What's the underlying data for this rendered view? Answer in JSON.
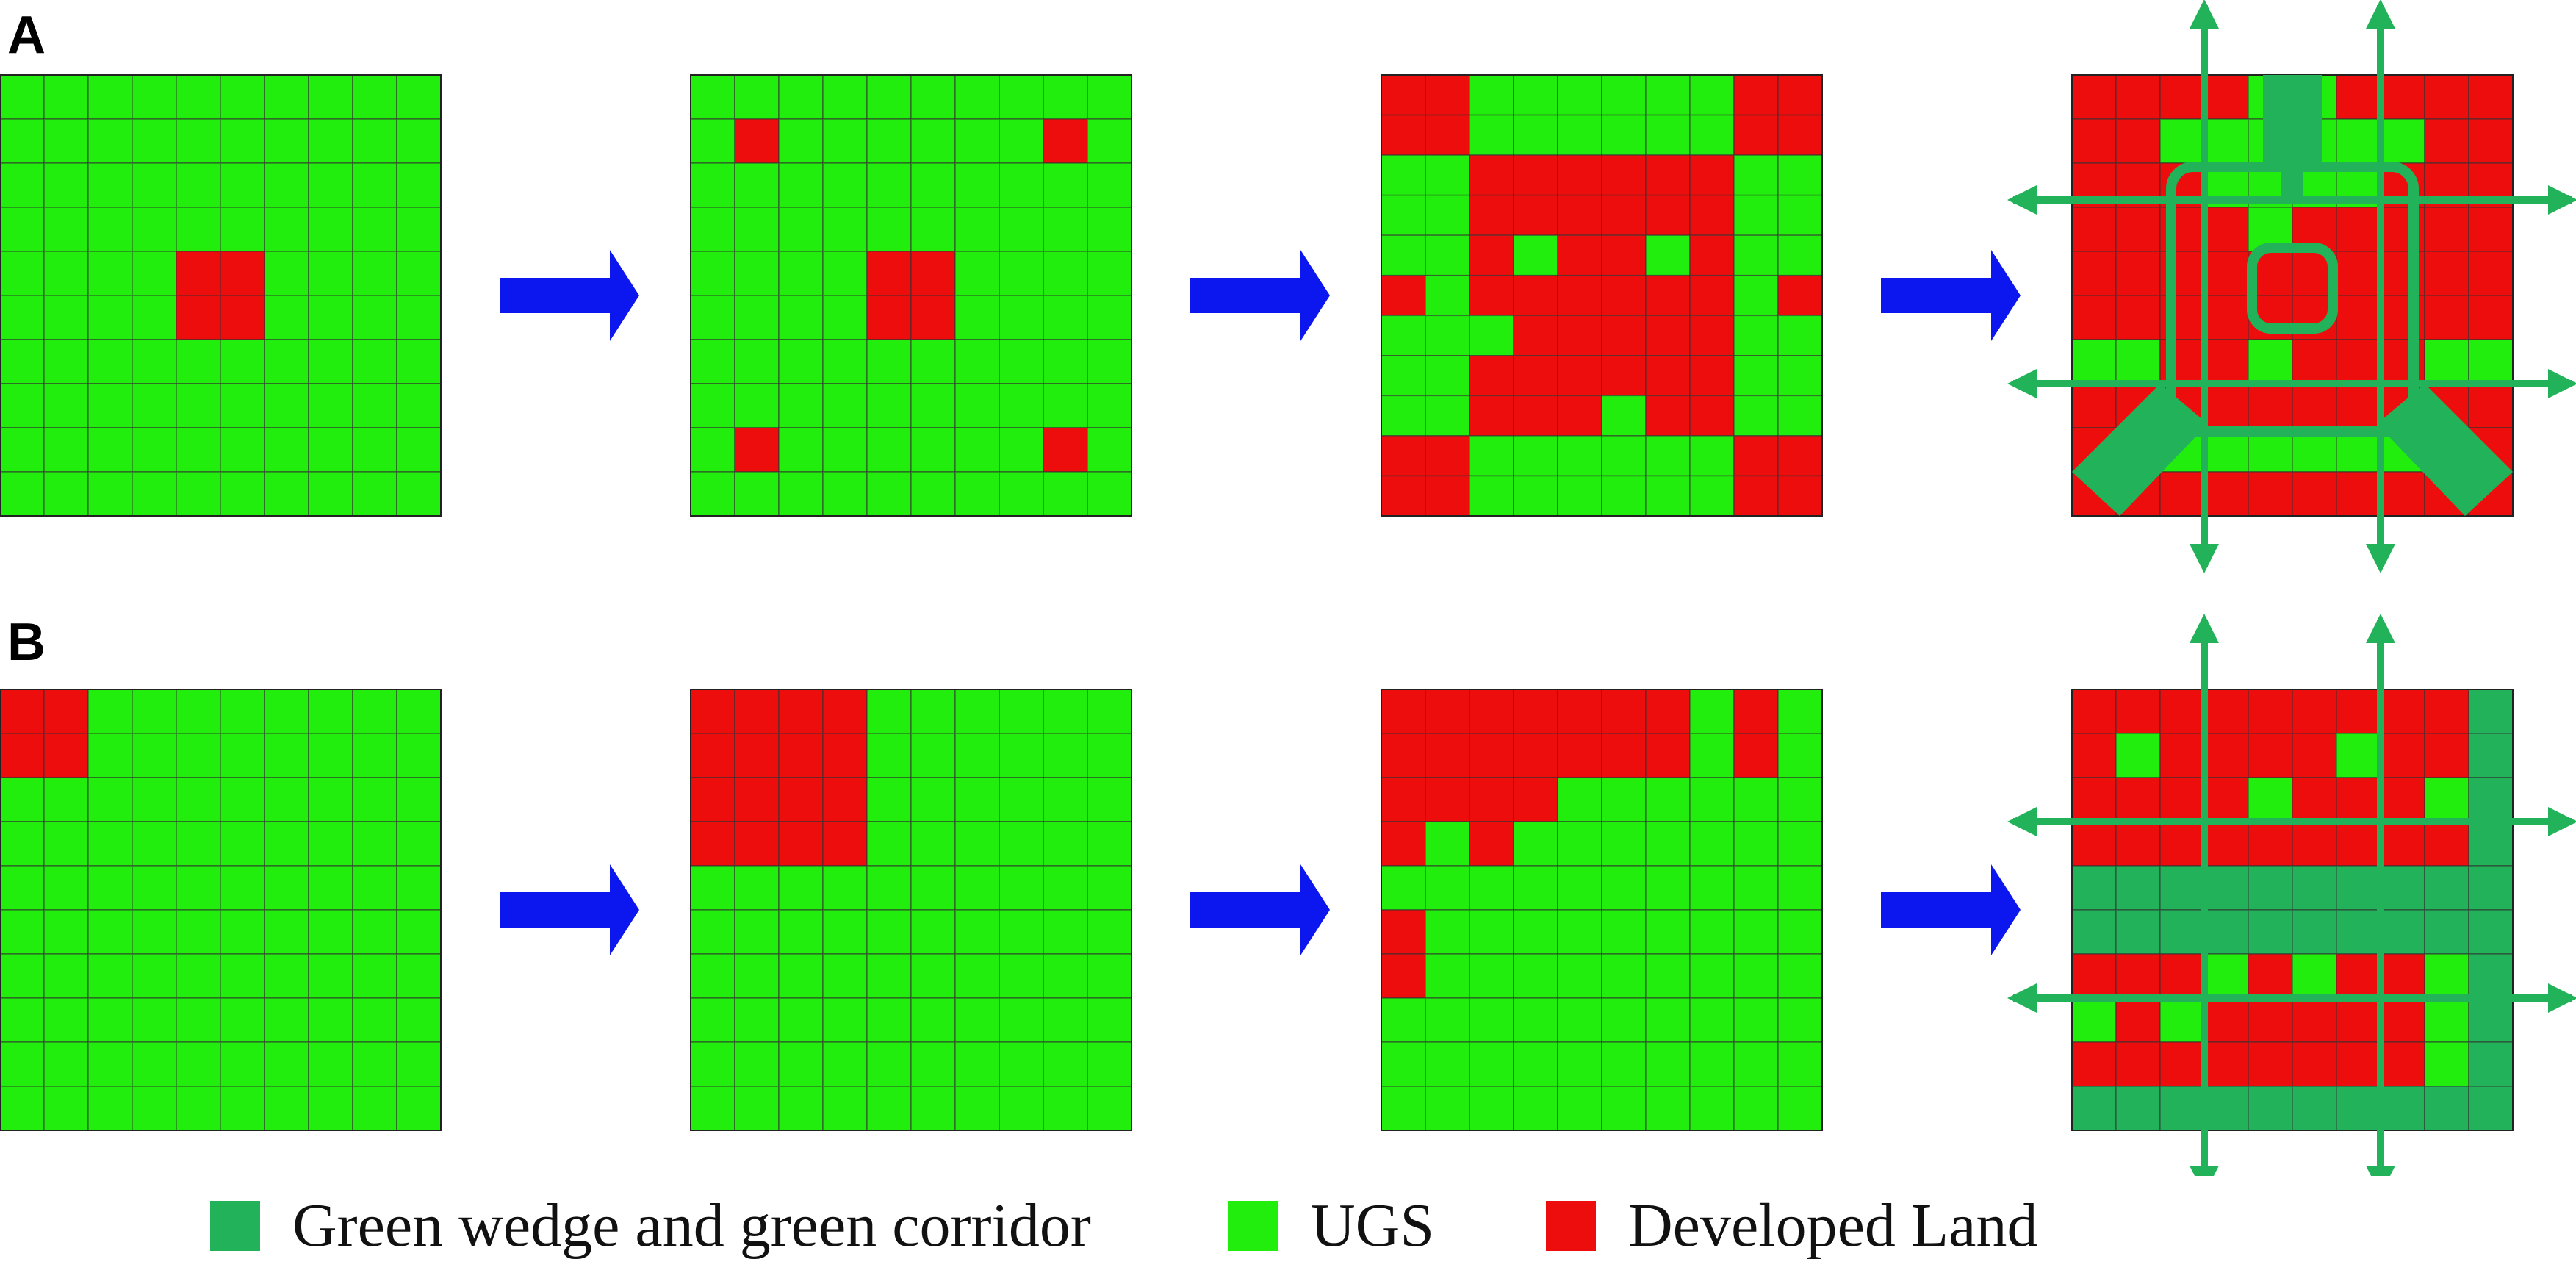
{
  "panels": [
    {
      "label": "A",
      "stages": [
        [
          "GGGGGGGGGG",
          "GGGGGGGGGG",
          "GGGGGGGGGG",
          "GGGGGGGGGG",
          "GGGGRRGGGG",
          "GGGGRRGGGG",
          "GGGGGGGGGG",
          "GGGGGGGGGG",
          "GGGGGGGGGG",
          "GGGGGGGGGG"
        ],
        [
          "GGGGGGGGGG",
          "GRGGGGGGRG",
          "GGGGGGGGGG",
          "GGGGGGGGGG",
          "GGGGRRGGGG",
          "GGGGRRGGGG",
          "GGGGGGGGGG",
          "GGGGGGGGGG",
          "GRGGGGGGRG",
          "GGGGGGGGGG"
        ],
        [
          "RRGGGGGGRR",
          "RRGGGGGGRR",
          "GGRRRRRRGG",
          "GGRRRRRRGG",
          "GGRGRRGRGG",
          "RGRRRRRRGR",
          "GGGRRRRRGG",
          "GGRRRRRRGG",
          "GGRRRGRRGG",
          "RRGGGGGGRR",
          "RRGGGGGGRR"
        ],
        [
          "RRRRGGRRRR",
          "RRGGGGGGRR",
          "RRRGGGGRRR",
          "RRRRGRRRRR",
          "RRRRRRRRRR",
          "RRRRRRRRRR",
          "GGRRGRRRGG",
          "RRRRRRRRRR",
          "RRGGGGGGRR",
          "RRRRRRRRRR"
        ]
      ]
    },
    {
      "label": "B",
      "stages": [
        [
          "RRGGGGGGGG",
          "RRGGGGGGGG",
          "GGGGGGGGGG",
          "GGGGGGGGGG",
          "GGGGGGGGGG",
          "GGGGGGGGGG",
          "GGGGGGGGGG",
          "GGGGGGGGGG",
          "GGGGGGGGGG",
          "GGGGGGGGGG"
        ],
        [
          "RRRRGGGGGG",
          "RRRRGGGGGG",
          "RRRRGGGGGG",
          "RRRRGGGGGG",
          "GGGGGGGGGG",
          "GGGGGGGGGG",
          "GGGGGGGGGG",
          "GGGGGGGGGG",
          "GGGGGGGGGG",
          "GGGGGGGGGG"
        ],
        [
          "RRRRRRRGRG",
          "RRRRRRRGRG",
          "RRRRGGGGGG",
          "RGRGGGGGGG",
          "GGGGGGGGGG",
          "RGGGGGGGGG",
          "RGGGGGGGGG",
          "GGGGGGGGGG",
          "GGGGGGGGGG",
          "GGGGGGGGGG"
        ],
        [
          "RRRRRRRRRW",
          "RGRRRRGRRW",
          "RRRRGRRRGW",
          "RRRRRRRRRW",
          "WWWWWWWWWW",
          "WWWWWWWWWW",
          "RRRGRGRRGW",
          "GRGRRRRRGW",
          "RRRRRRRRGW",
          "WWWWWWWWWW"
        ]
      ]
    }
  ],
  "legend": [
    {
      "name": "Green wedge and green corridor",
      "color": "#22b35a"
    },
    {
      "name": "UGS",
      "color": "#22ee0d"
    },
    {
      "name": "Developed Land",
      "color": "#ee0d0d"
    }
  ],
  "colors": {
    "G": "#22ee0d",
    "R": "#ee0d0d",
    "W": "#22b35a",
    "corridor": "#22b35a",
    "flow_arrow": "#0b17ee"
  }
}
